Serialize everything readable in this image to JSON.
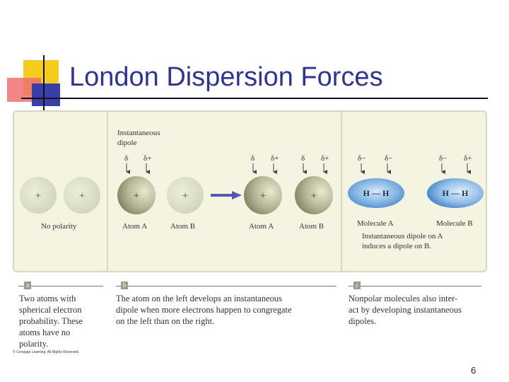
{
  "slide": {
    "title": "London Dispersion Forces",
    "page_number": "6",
    "copyright": "© Cengage Learning. All Rights Reserved."
  },
  "panel_a": {
    "label": "a",
    "diagram_caption": "No polarity",
    "atom_charges": [
      "+",
      "+"
    ],
    "text_lines": [
      "Two atoms with",
      "spherical electron",
      "probability. These",
      "atoms have no",
      "polarity."
    ]
  },
  "panel_b": {
    "label": "b",
    "instantaneous_label_lines": [
      "Instantaneous",
      "dipole"
    ],
    "deltas": [
      "δ",
      "δ+",
      "δ",
      "δ+",
      "δ",
      "δ+"
    ],
    "atom_labels": [
      "Atom A",
      "Atom B",
      "Atom A",
      "Atom B"
    ],
    "atom_charges": [
      "+",
      "+",
      "+",
      "+"
    ],
    "text_lines": [
      "The atom on the left develops an instantaneous",
      "dipole when more electrons happen to congregate",
      "on the left than on the right."
    ]
  },
  "panel_c": {
    "label": "c",
    "deltas": [
      "δ−",
      "δ−",
      "δ−",
      "δ+"
    ],
    "molecule_text": "H — H",
    "molecule_labels": [
      "Molecule A",
      "Molecule B"
    ],
    "caption_lines": [
      "Instantaneous dipole on A",
      "induces a dipole on B."
    ],
    "text_lines": [
      "Nonpolar molecules also inter-",
      "act by developing instantaneous",
      "dipoles."
    ]
  },
  "colors": {
    "title": "#2f3591",
    "panel_bg": "#f4f4e2",
    "atom_light": "#d9dcc4",
    "atom_dark": "#9a9c78",
    "arrow": "#5a55b0",
    "molecule": "#3d7fc6"
  }
}
